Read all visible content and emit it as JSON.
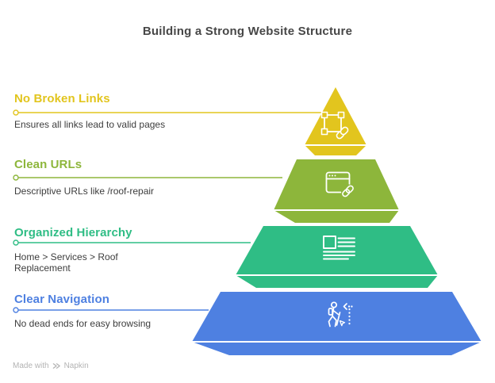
{
  "title": "Building a Strong Website Structure",
  "footer": {
    "made_with": "Made with",
    "brand": "Napkin"
  },
  "colors": {
    "yellow": "#e2c51e",
    "olive": "#8db63b",
    "emerald": "#2fbd85",
    "blue": "#4e80e1",
    "body_text": "#3d3d3d",
    "title_text": "#474747",
    "footer_text": "#b3b3b3"
  },
  "levels": [
    {
      "label": "No Broken Links",
      "description": "Ensures all links lead to valid pages",
      "color": "#e2c51e",
      "icon": "broken-link-selection-icon"
    },
    {
      "label": "Clean URLs",
      "description": "Descriptive URLs like /roof-repair",
      "color": "#8db63b",
      "icon": "browser-link-icon"
    },
    {
      "label": "Organized Hierarchy",
      "description": "Home > Services > Roof\nReplacement",
      "color": "#2fbd85",
      "icon": "article-layout-icon"
    },
    {
      "label": "Clear Navigation",
      "description": "No dead ends for easy browsing",
      "color": "#4e80e1",
      "icon": "hiker-route-icon"
    }
  ]
}
